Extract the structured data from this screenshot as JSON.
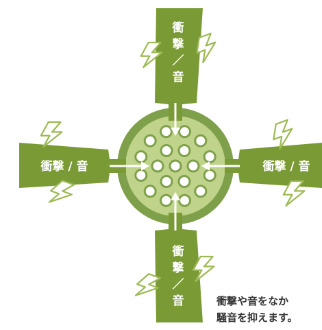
{
  "colors": {
    "arrow_green": "#7a9a35",
    "bolt_green": "#9dba55",
    "disc_outer": "#7fa04a",
    "disc_inner": "#bfd38a",
    "hole_fill": "#ffffff",
    "caption": "#333333"
  },
  "icons": [
    "lightning-bolt-icon",
    "arrow-head-icon",
    "perforated-disc-icon"
  ],
  "labels": {
    "top": [
      "衝",
      "撃",
      "／",
      "音"
    ],
    "bottom": [
      "衝",
      "撃",
      "／",
      "音"
    ],
    "left": "衝撃 / 音",
    "right": "衝撃 / 音"
  },
  "caption": {
    "line1": "衝撃や音をなか",
    "line2": "騒音を抑えます。"
  }
}
